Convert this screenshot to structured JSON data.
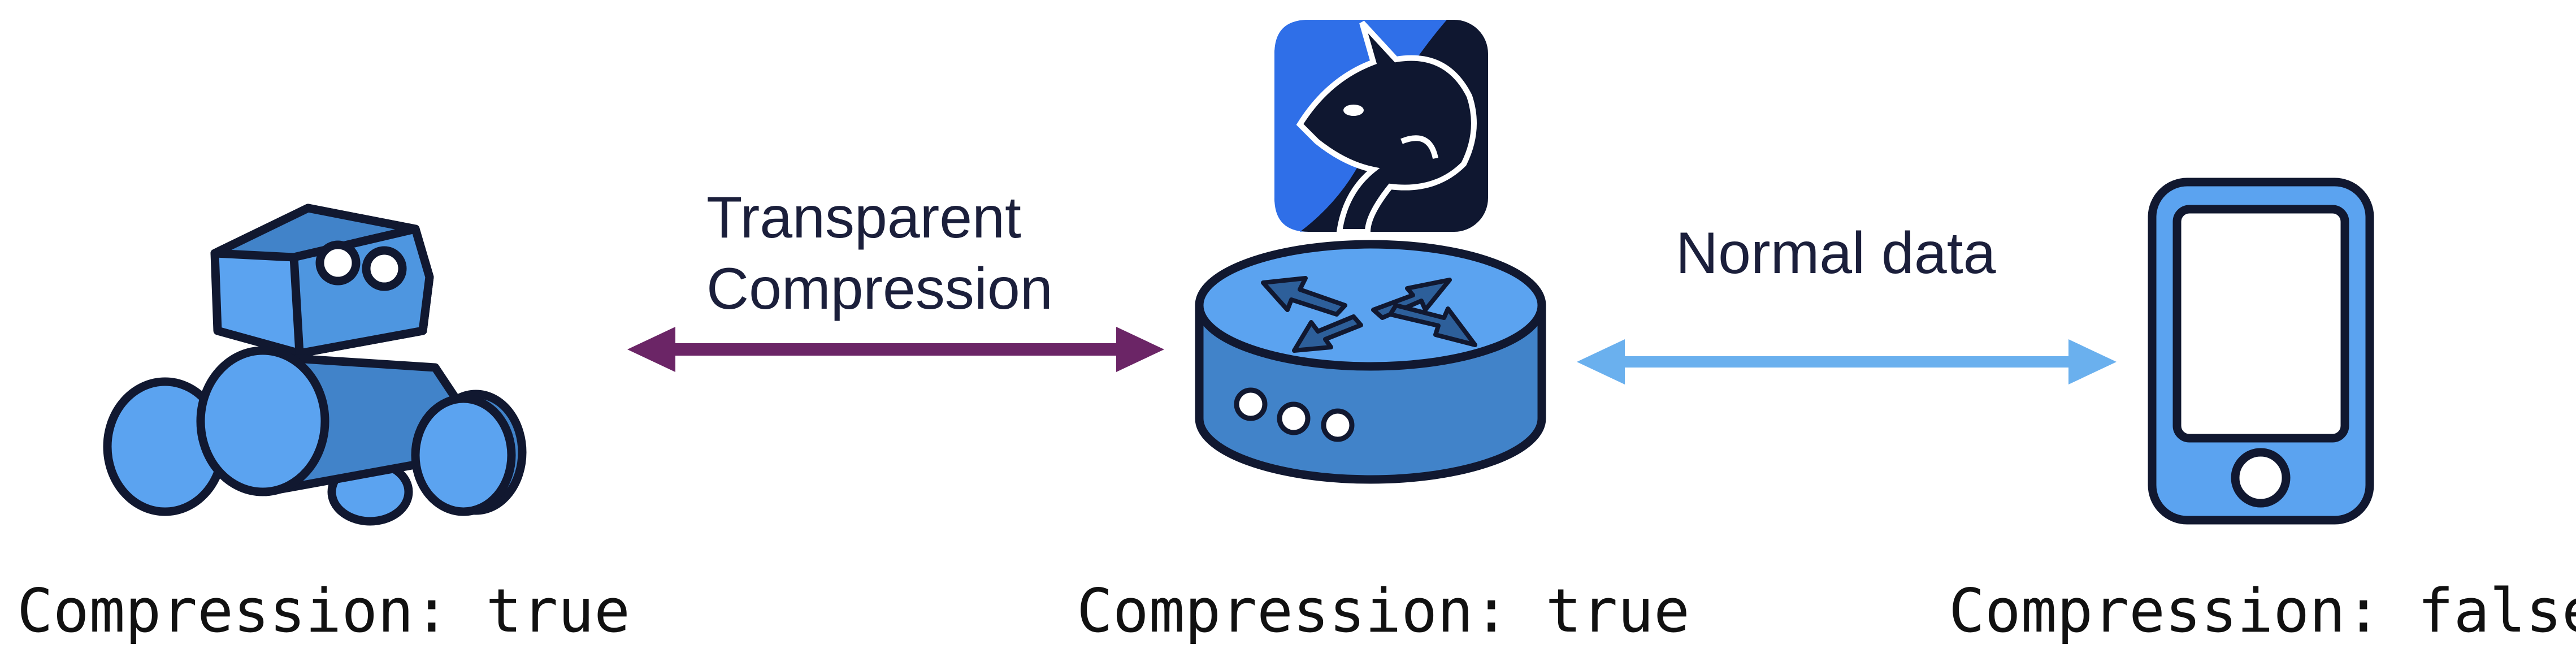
{
  "colors": {
    "outline": "#111830",
    "device_blue": "#5ba3f0",
    "device_blue_dark": "#4183c9",
    "compression_arrow": "#6b2566",
    "normal_arrow": "#6ab0ee",
    "logo_blue": "#2f6fe8",
    "logo_navy": "#0f1730"
  },
  "icons": {
    "robot": "robot-icon",
    "router": "router-icon",
    "logo": "dragonfly-logo-icon",
    "phone": "smartphone-icon"
  },
  "arrows": {
    "left": {
      "line1": "Transparent",
      "line2": "Compression"
    },
    "right": {
      "label": "Normal data"
    }
  },
  "nodes": {
    "robot": {
      "caption": "Compression: true"
    },
    "router": {
      "caption": "Compression: true"
    },
    "phone": {
      "caption": "Compression: false"
    }
  }
}
